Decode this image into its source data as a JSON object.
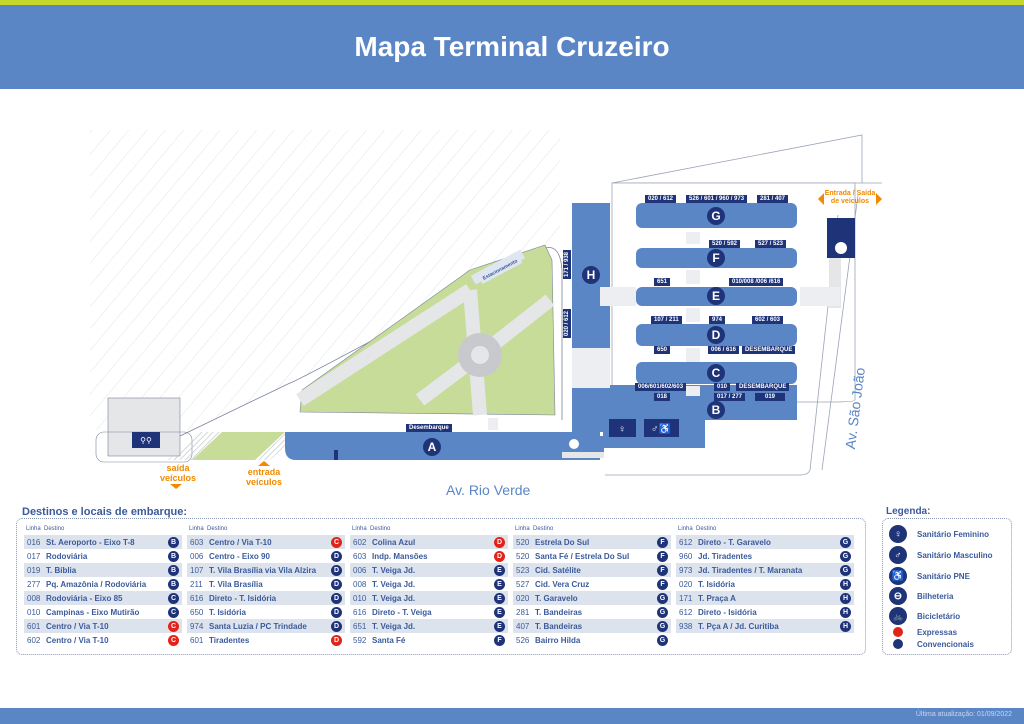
{
  "title": "Mapa Terminal Cruzeiro",
  "footer": "Última atualização: 01/09/2022",
  "colors": {
    "brand": "#5b86c6",
    "navy": "#1f3378",
    "express": "#e2231a",
    "conventional": "#1f3378",
    "park": "#c8dc9a",
    "accent": "#c5d72a",
    "vehicle": "#f08a00"
  },
  "map": {
    "bays": {
      "A": "A",
      "B": "B",
      "C": "C",
      "D": "D",
      "E": "E",
      "F": "F",
      "G": "G",
      "H": "H"
    },
    "streets": {
      "rio_verde": "Av. Rio Verde",
      "sao_joao": "Av. São João"
    },
    "vehicles": {
      "entrada_saida": "Entrada / Saída de veículos",
      "saida": "saída veículos",
      "entrada": "entrada veículos"
    },
    "desembarque_a": "Desembarque",
    "estacionamento": "Estacionamento",
    "routes": {
      "g1": "020 / 612",
      "g2": "526 / 601 / 960 / 973",
      "g3": "281 / 407",
      "f1": "520 / 592",
      "f2": "527 / 523",
      "e1": "651",
      "e2": "010/008 /006 /616",
      "d1": "107 / 211",
      "d2": "974",
      "d3": "602 / 603",
      "c1": "650",
      "c2": "006 / 616",
      "c3": "DESEMBARQUE",
      "b1": "006/601/602/603",
      "b2": "010",
      "b3": "DESEMBARQUE",
      "b4": "018",
      "b5": "017 / 277",
      "b6": "019",
      "h1": "171 / 938",
      "h2": "020 / 612"
    }
  },
  "table": {
    "title": "Destinos e locais de embarque:",
    "headers": [
      "Linha",
      "Destino"
    ],
    "columns": [
      [
        [
          "016",
          "St. Aeroporto - Eixo T-8",
          "B",
          "c"
        ],
        [
          "017",
          "Rodoviária",
          "B",
          "c"
        ],
        [
          "019",
          "T. Bíblia",
          "B",
          "c"
        ],
        [
          "277",
          "Pq. Amazônia / Rodoviária",
          "B",
          "c"
        ],
        [
          "008",
          "Rodoviária - Eixo 85",
          "C",
          "c"
        ],
        [
          "010",
          "Campinas - Eixo Mutirão",
          "C",
          "c"
        ],
        [
          "601",
          "Centro / Via T-10",
          "C",
          "e"
        ],
        [
          "602",
          "Centro / Via T-10",
          "C",
          "e"
        ]
      ],
      [
        [
          "603",
          "Centro / Via T-10",
          "C",
          "e"
        ],
        [
          "006",
          "Centro - Eixo 90",
          "D",
          "c"
        ],
        [
          "107",
          "T. Vila Brasília via Vila Alzira",
          "D",
          "c"
        ],
        [
          "211",
          "T. Vila Brasília",
          "D",
          "c"
        ],
        [
          "616",
          "Direto - T. Isidória",
          "D",
          "c"
        ],
        [
          "650",
          "T. Isidória",
          "D",
          "c"
        ],
        [
          "974",
          "Santa Luzia /  PC Trindade",
          "D",
          "c"
        ],
        [
          "601",
          "Tiradentes",
          "D",
          "e"
        ]
      ],
      [
        [
          "602",
          "Colina Azul",
          "D",
          "e"
        ],
        [
          "603",
          "Indp. Mansões",
          "D",
          "e"
        ],
        [
          "006",
          "T. Veiga Jd.",
          "E",
          "c"
        ],
        [
          "008",
          "T. Veiga Jd.",
          "E",
          "c"
        ],
        [
          "010",
          "T. Veiga Jd.",
          "E",
          "c"
        ],
        [
          "616",
          "Direto - T. Veiga",
          "E",
          "c"
        ],
        [
          "651",
          "T. Veiga Jd.",
          "E",
          "c"
        ],
        [
          "592",
          "Santa Fé",
          "F",
          "c"
        ]
      ],
      [
        [
          "520",
          "Estrela Do Sul",
          "F",
          "c"
        ],
        [
          "520",
          "Santa Fé / Estrela Do Sul",
          "F",
          "c"
        ],
        [
          "523",
          "Cid. Satélite",
          "F",
          "c"
        ],
        [
          "527",
          "Cid. Vera Cruz",
          "F",
          "c"
        ],
        [
          "020",
          "T. Garavelo",
          "G",
          "c"
        ],
        [
          "281",
          "T. Bandeiras",
          "G",
          "c"
        ],
        [
          "407",
          "T. Bandeiras",
          "G",
          "c"
        ],
        [
          "526",
          "Bairro Hilda",
          "G",
          "c"
        ]
      ],
      [
        [
          "612",
          "Direto - T. Garavelo",
          "G",
          "c"
        ],
        [
          "960",
          "Jd. Tiradentes",
          "G",
          "c"
        ],
        [
          "973",
          "Jd. Tiradentes / T. Maranata",
          "G",
          "c"
        ],
        [
          "020",
          "T. Isidória",
          "H",
          "c"
        ],
        [
          "171",
          "T. Praça A",
          "H",
          "c"
        ],
        [
          "612",
          "Direto - Isidória",
          "H",
          "c"
        ],
        [
          "938",
          "T. Pça A / Jd. Curitiba",
          "H",
          "c"
        ]
      ]
    ]
  },
  "legend": {
    "title": "Legenda:",
    "items": [
      {
        "icon": "female-restroom-icon",
        "glyph": "♀",
        "label": "Sanitário Feminino"
      },
      {
        "icon": "male-restroom-icon",
        "glyph": "♂",
        "label": "Sanitário Masculino"
      },
      {
        "icon": "accessible-restroom-icon",
        "glyph": "♿",
        "label": "Sanitário PNE"
      },
      {
        "icon": "ticket-office-icon",
        "glyph": "⊖",
        "label": "Bilheteria"
      },
      {
        "icon": "bicycle-icon",
        "glyph": "🚲",
        "label": "Bicicletário"
      }
    ],
    "express": "Expressas",
    "conventional": "Convencionais"
  }
}
